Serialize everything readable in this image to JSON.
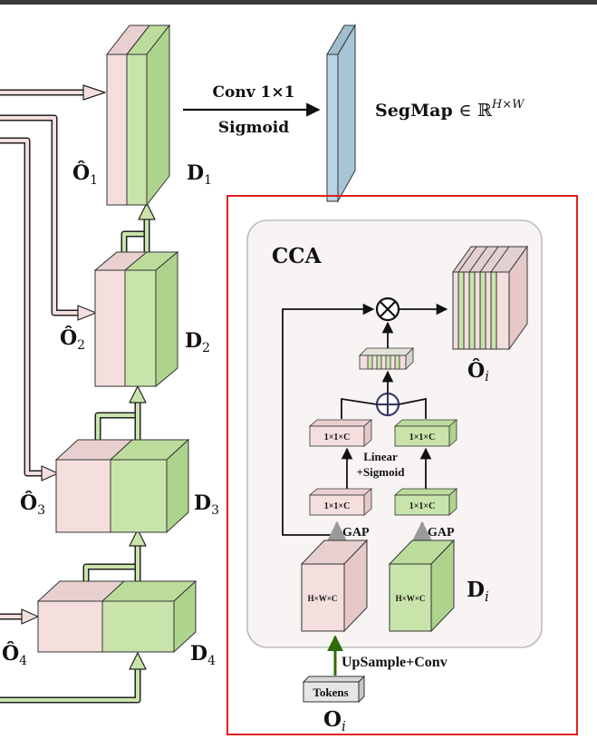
{
  "colors": {
    "pink": "#f4dede",
    "pink_side": "#e6c8c8",
    "green": "#c9e4ab",
    "green_side": "#aed38c",
    "segmap": "#b9d4e3",
    "cca_border": "#e0201b",
    "cca_panel": "#f8f4f4",
    "arrow_dark_green": "#2e6b06",
    "arrow_grey": "#9a9a9a"
  },
  "decoder": {
    "levels": [
      {
        "o_label": "Ô",
        "o_sub": "1",
        "d_label": "D",
        "d_sub": "1"
      },
      {
        "o_label": "Ô",
        "o_sub": "2",
        "d_label": "D",
        "d_sub": "2"
      },
      {
        "o_label": "Ô",
        "o_sub": "3",
        "d_label": "D",
        "d_sub": "3"
      },
      {
        "o_label": "Ô",
        "o_sub": "4",
        "d_label": "D",
        "d_sub": "4"
      }
    ]
  },
  "head": {
    "op_line1": "Conv 1×1",
    "op_line2": "Sigmoid",
    "segmap_label": "SegMap",
    "segmap_in": "∈",
    "segmap_space": "ℝ",
    "segmap_sup": "H×W"
  },
  "cca": {
    "title": "CCA",
    "vec_label": "1×1×C",
    "linear_line1": "Linear",
    "linear_line2": "+Sigmoid",
    "gap_label": "GAP",
    "feat_label": "H×W×C",
    "d_label": "D",
    "d_sub": "i",
    "o_hat_label": "Ô",
    "o_hat_sub": "i",
    "multiply_symbol": "⊗",
    "add_symbol": "⊕",
    "upsample_label": "UpSample+Conv",
    "tokens_label": "Tokens",
    "o_label": "O",
    "o_sub": "i"
  }
}
